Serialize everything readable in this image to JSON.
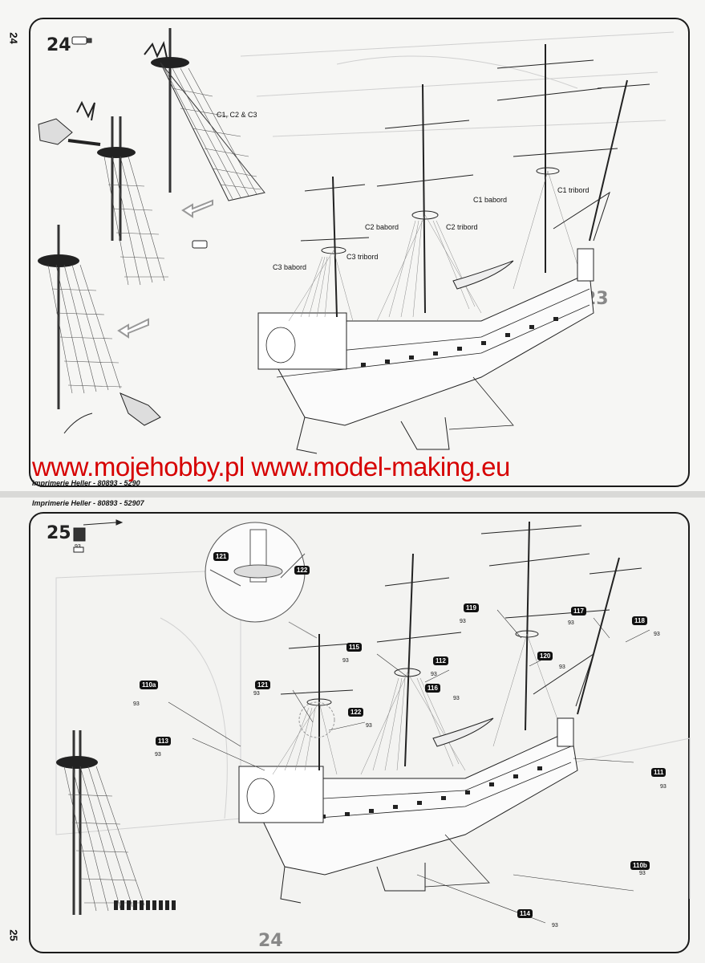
{
  "top_page": {
    "page_number": "24",
    "step_number": "24",
    "ship_step_ref": "23",
    "callouts": {
      "c_all": "C1, C2 & C3",
      "c1_babord": "C1 babord",
      "c1_tribord": "C1 tribord",
      "c2_babord": "C2 babord",
      "c2_tribord": "C2 tribord",
      "c3_babord": "C3 babord",
      "c3_tribord": "C3 tribord"
    },
    "footer": "Imprimerie Heller - 80893 - 5290"
  },
  "watermark": "www.mojehobby.pl www.model-making.eu",
  "bottom_page": {
    "page_number": "25",
    "step_number": "25",
    "ship_step_ref": "24",
    "paint_ref": "93",
    "footer": "Imprimerie Heller - 80893 - 52907",
    "parts": [
      {
        "id": "121",
        "qty": ""
      },
      {
        "id": "122",
        "qty": ""
      },
      {
        "id": "119",
        "qty": "93"
      },
      {
        "id": "117",
        "qty": "93"
      },
      {
        "id": "118",
        "qty": "93"
      },
      {
        "id": "115",
        "qty": "93"
      },
      {
        "id": "112",
        "qty": "93"
      },
      {
        "id": "120",
        "qty": "93"
      },
      {
        "id": "110a",
        "qty": "93"
      },
      {
        "id": "121b",
        "label": "121",
        "qty": "93"
      },
      {
        "id": "116",
        "qty": "93"
      },
      {
        "id": "122b",
        "label": "122",
        "qty": "93"
      },
      {
        "id": "113",
        "qty": "93"
      },
      {
        "id": "111",
        "qty": "93"
      },
      {
        "id": "110b",
        "qty": "93"
      },
      {
        "id": "114",
        "qty": "93"
      }
    ]
  },
  "icons": [
    "glue-tube-icon",
    "paint-pot-icon",
    "brush-icon",
    "scissors-hand-icon",
    "arrow-icon"
  ]
}
